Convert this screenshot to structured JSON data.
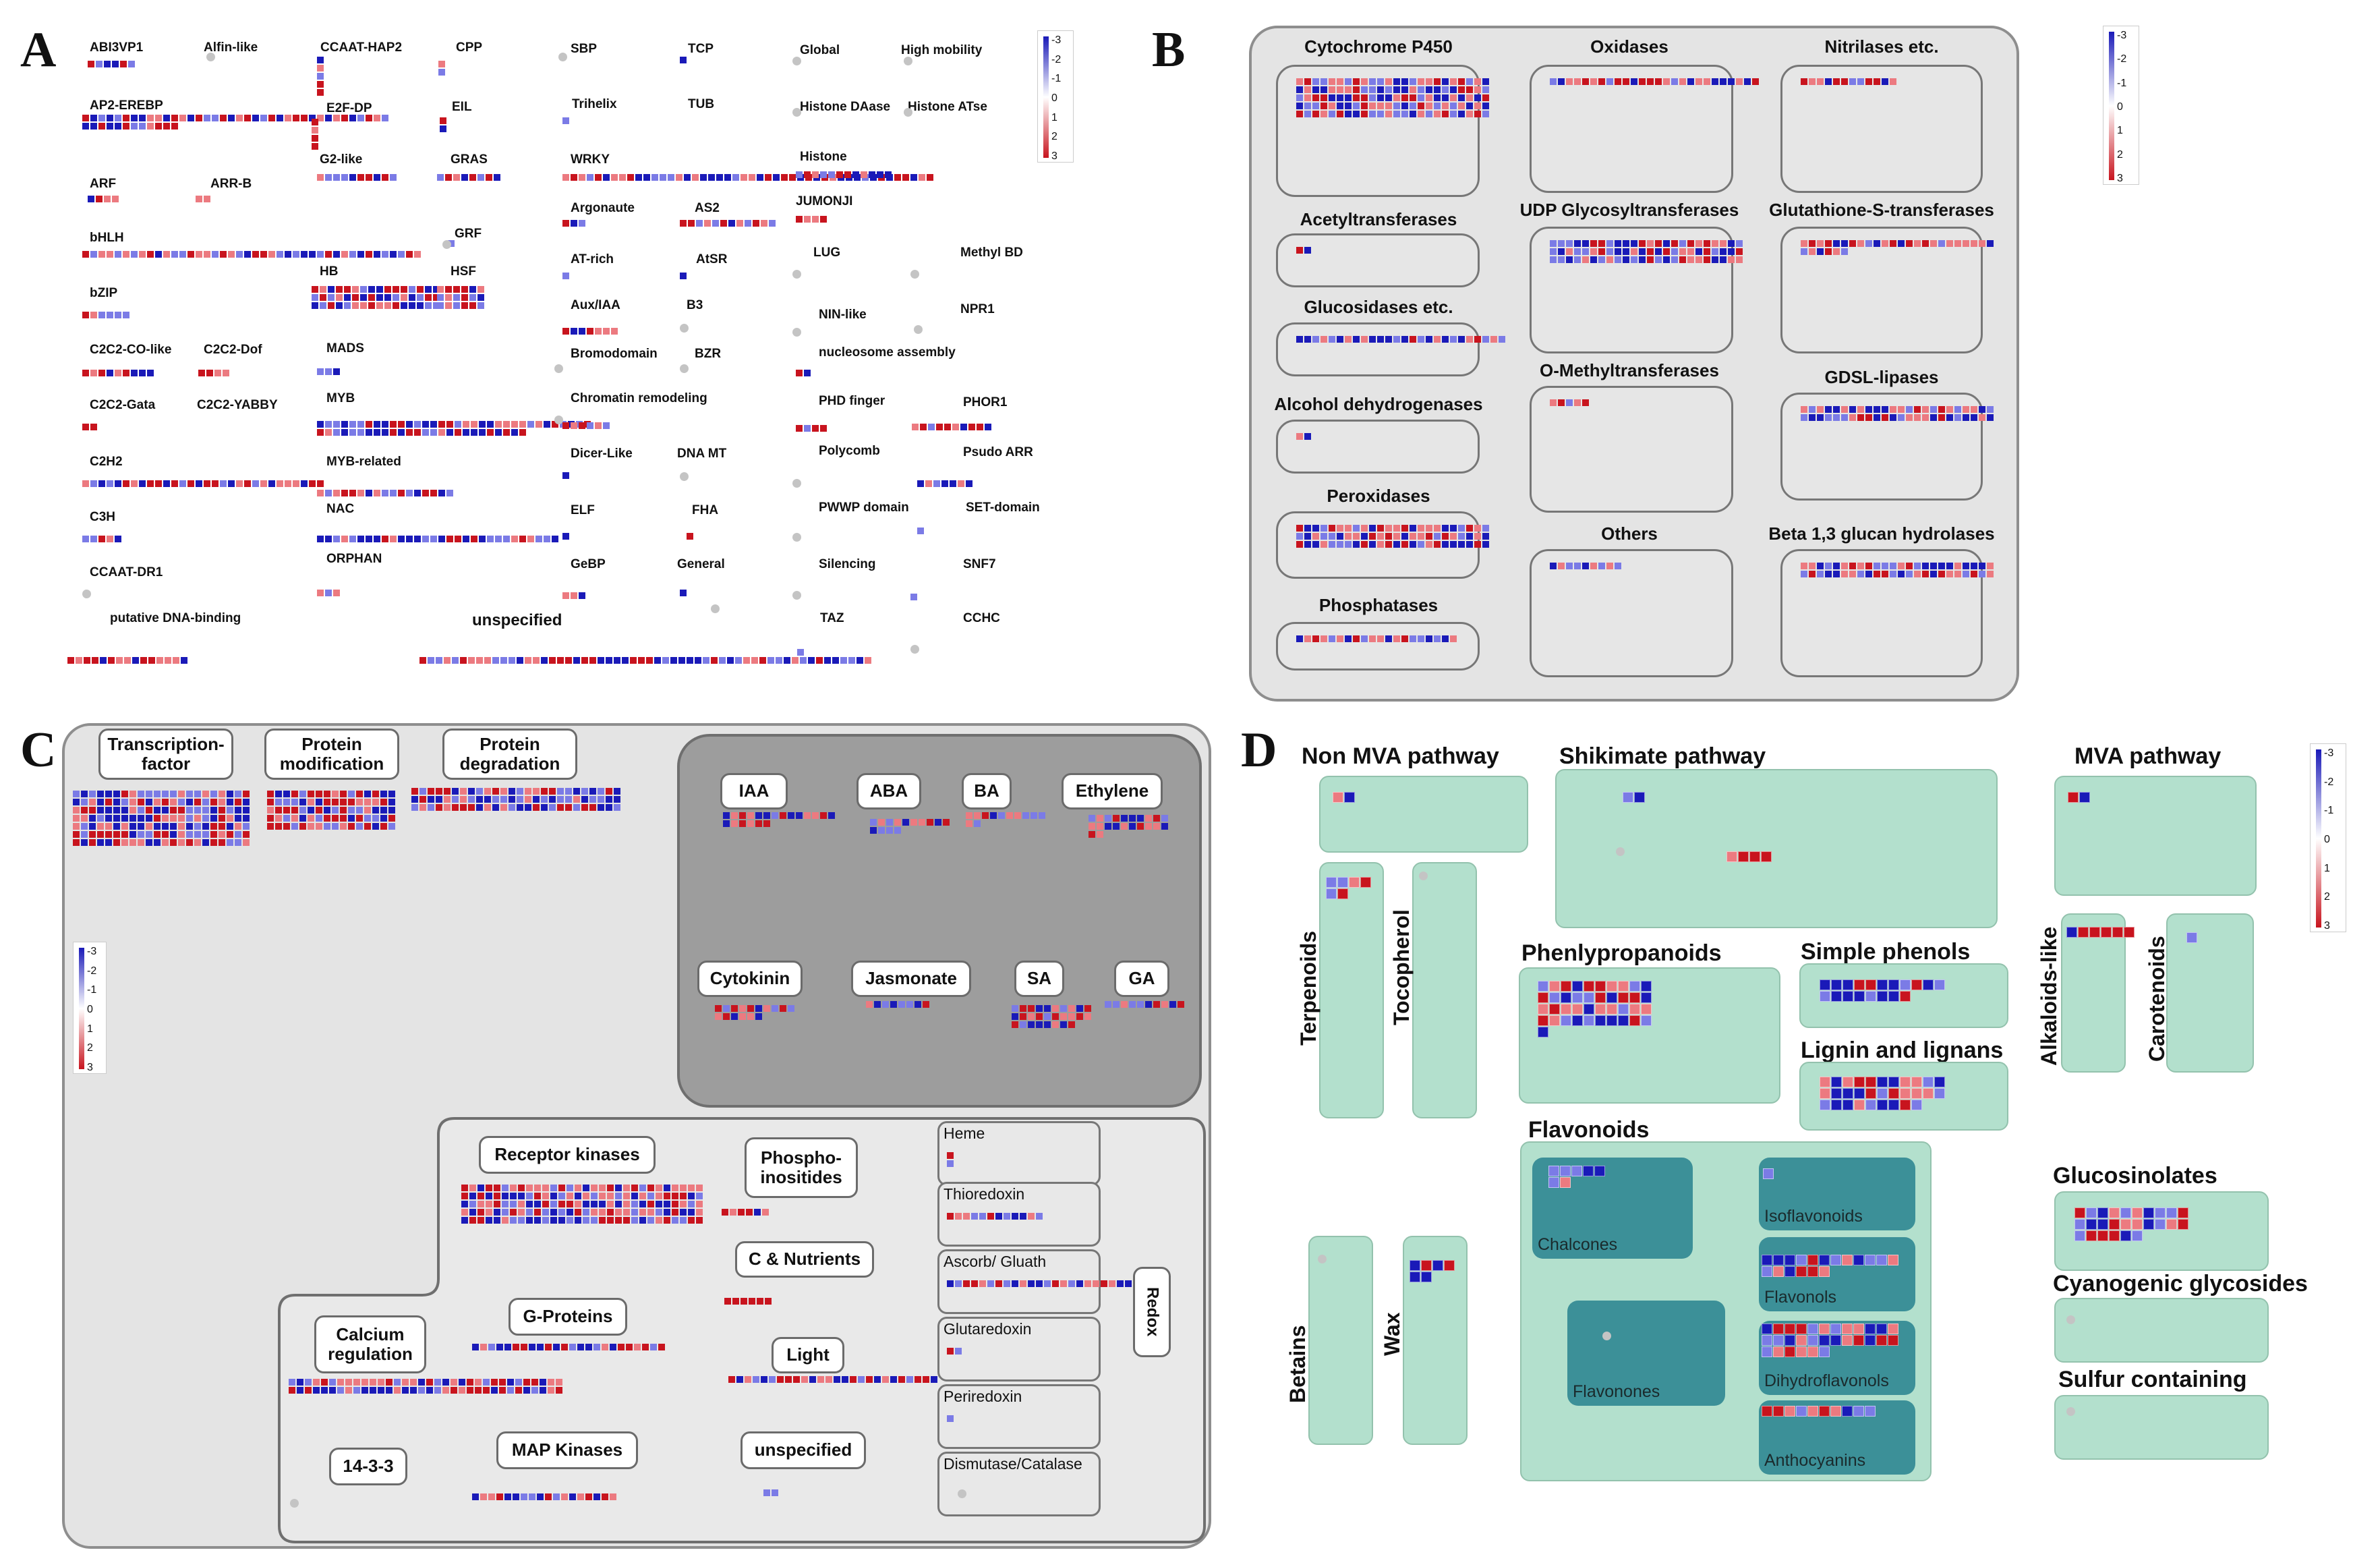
{
  "colors": {
    "blue": "#1a1ab8",
    "red": "#c8141e",
    "lightblue": "#7b7be6",
    "lightred": "#ec7a80",
    "mint": "#b3e0cd",
    "teal": "#3c9098",
    "panel_gray": "#e4e4e4",
    "dark_gray": "#9d9d9d"
  },
  "panel_letters": {
    "A": "A",
    "B": "B",
    "C": "C",
    "D": "D"
  },
  "legend": {
    "ticks": [
      "-3",
      "-2",
      "-1",
      "0",
      "1",
      "2",
      "3"
    ]
  },
  "panelA": {
    "labels": [
      "ABI3VP1",
      "Alfin-like",
      "CCAAT-HAP2",
      "CPP",
      "SBP",
      "TCP",
      "Global",
      "High mobility",
      "AP2-EREBP",
      "E2F-DP",
      "EIL",
      "Trihelix",
      "TUB",
      "Histone DAase",
      "Histone ATse",
      "ARF",
      "ARR-B",
      "G2-like",
      "GRAS",
      "WRKY",
      "Histone",
      "Argonaute",
      "AS2",
      "JUMONJI",
      "bHLH",
      "GRF",
      "HB",
      "HSF",
      "AT-rich",
      "AtSR",
      "LUG",
      "Methyl BD",
      "bZIP",
      "Aux/IAA",
      "B3",
      "NIN-like",
      "NPR1",
      "C2C2-CO-like",
      "C2C2-Dof",
      "MADS",
      "Bromodomain",
      "BZR",
      "nucleosome assembly",
      "C2C2-Gata",
      "C2C2-YABBY",
      "MYB",
      "Chromatin remodeling",
      "PHD finger",
      "PHOR1",
      "C2H2",
      "MYB-related",
      "Dicer-Like",
      "DNA MT",
      "Polycomb",
      "Psudo ARR",
      "C3H",
      "NAC",
      "ELF",
      "FHA",
      "PWWP domain",
      "SET-domain",
      "CCAAT-DR1",
      "ORPHAN",
      "GeBP",
      "General",
      "Silencing",
      "SNF7",
      "putative DNA-binding",
      "unspecified",
      "TAZ",
      "CCHC"
    ]
  },
  "panelB": {
    "boxes": [
      "Cytochrome P450",
      "Oxidases",
      "Nitrilases etc.",
      "Acetyltransferases",
      "UDP Glycosyltransferases",
      "Glutathione-S-transferases",
      "Glucosidases etc.",
      "O-Methyltransferases",
      "GDSL-lipases",
      "Alcohol dehydrogenases",
      "Peroxidases",
      "Others",
      "Beta 1,3 glucan hydrolases",
      "Phosphatases"
    ]
  },
  "panelC": {
    "top_boxes": [
      "Transcription-\nfactor",
      "Protein\nmodification",
      "Protein\ndegradation"
    ],
    "hormones": [
      "IAA",
      "ABA",
      "BA",
      "Ethylene",
      "Cytokinin",
      "Jasmonate",
      "SA",
      "GA"
    ],
    "signal_boxes": [
      "Receptor kinases",
      "Phospho-\ninositides",
      "C & Nutrients",
      "G-Proteins",
      "Calcium\nregulation",
      "Light",
      "14-3-3",
      "MAP Kinases",
      "unspecified"
    ],
    "redox_label": "Redox",
    "redox_items": [
      "Heme",
      "Thioredoxin",
      "Ascorb/ Gluath",
      "Glutaredoxin",
      "Periredoxin",
      "Dismutase/Catalase"
    ]
  },
  "panelD": {
    "titles": [
      "Non MVA pathway",
      "Shikimate pathway",
      "MVA pathway",
      "Phenlypropanoids",
      "Simple phenols",
      "Lignin and lignans",
      "Flavonoids",
      "Glucosinolates",
      "Cyanogenic glycosides",
      "Sulfur containing"
    ],
    "vertical": [
      "Terpenoids",
      "Tocopherol",
      "Alkaloids-like",
      "Carotenoids",
      "Betains",
      "Wax"
    ],
    "flavonoid_subs": [
      "Chalcones",
      "Isoflavonoids",
      "Flavonols",
      "Flavonones",
      "Dihydroflavonols",
      "Anthocyanins"
    ]
  }
}
